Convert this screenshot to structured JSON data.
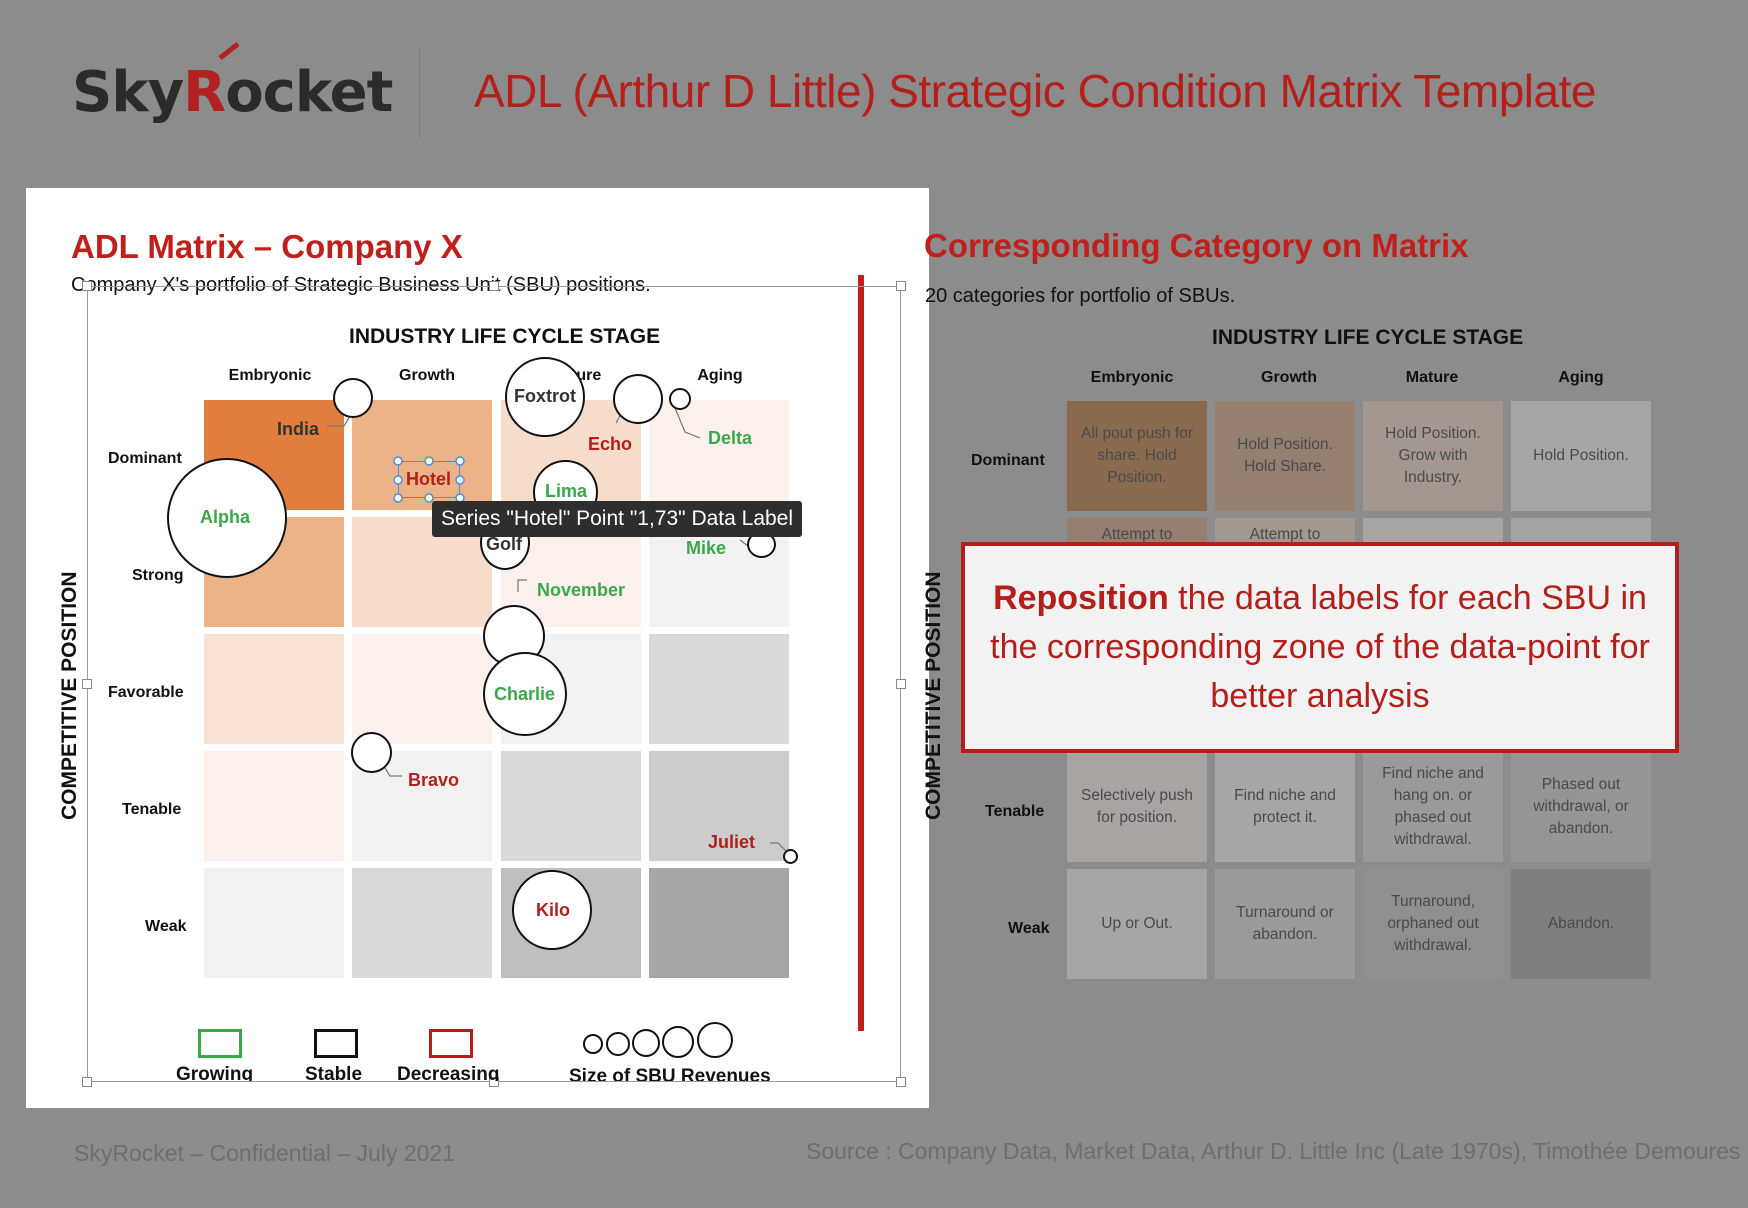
{
  "header": {
    "logo_pre": "Sky",
    "logo_r": "R",
    "logo_post": "ocket",
    "title": "ADL (Arthur D Little) Strategic Condition Matrix Template"
  },
  "left": {
    "title": "ADL Matrix – Company X",
    "subtitle": "Company X's portfolio of Strategic Business Unit (SBU) positions.",
    "top_axis": "INDUSTRY LIFE CYCLE STAGE",
    "side_axis": "COMPETITIVE POSITION",
    "columns": [
      "Embryonic",
      "Growth",
      "Mature",
      "Aging"
    ],
    "rows": [
      "Dominant",
      "Strong",
      "Favorable",
      "Tenable",
      "Weak"
    ],
    "bubbles": {
      "india": "India",
      "foxtrot": "Foxtrot",
      "echo": "Echo",
      "delta": "Delta",
      "hotel": "Hotel",
      "lima": "Lima",
      "alpha": "Alpha",
      "golf": "Golf",
      "mike": "Mike",
      "november": "November",
      "charlie": "Charlie",
      "bravo": "Bravo",
      "juliet": "Juliet",
      "kilo": "Kilo"
    },
    "tooltip": "Series \"Hotel\" Point \"1,73\" Data Label",
    "legend": {
      "growing": "Growing",
      "stable": "Stable",
      "decreasing": "Decreasing",
      "size": "Size of SBU Revenues"
    }
  },
  "right": {
    "title": "Corresponding Category on Matrix",
    "subtitle": "20 categories for portfolio of SBUs.",
    "top_axis": "INDUSTRY LIFE CYCLE STAGE",
    "side_axis": "COMPETITIVE POSITION",
    "columns": [
      "Embryonic",
      "Growth",
      "Mature",
      "Aging"
    ],
    "row_dominant": "Dominant",
    "row_tenable": "Tenable",
    "row_weak": "Weak",
    "dominant": [
      "All pout push for share. Hold Position.",
      "Hold Position. Hold Share.",
      "Hold Position. Grow with Industry.",
      "Hold Position."
    ],
    "strong_partial": [
      "Attempt to",
      "Attempt to"
    ],
    "tenable": [
      "Selectively push for position.",
      "Find niche and protect it.",
      "Find niche and hang on. or phased out withdrawal.",
      "Phased out withdrawal, or abandon."
    ],
    "weak": [
      "Up or Out.",
      "Turnaround or abandon.",
      "Turnaround, orphaned out withdrawal.",
      "Abandon."
    ]
  },
  "callout": {
    "bold": "Reposition",
    "rest": " the data labels for each SBU in the corresponding zone of the data-point for better analysis"
  },
  "footer": {
    "left": "SkyRocket – Confidential – July 2021",
    "right": "Source : Company Data, Market Data, Arthur D. Little Inc (Late 1970s), Timothée Demoures"
  }
}
